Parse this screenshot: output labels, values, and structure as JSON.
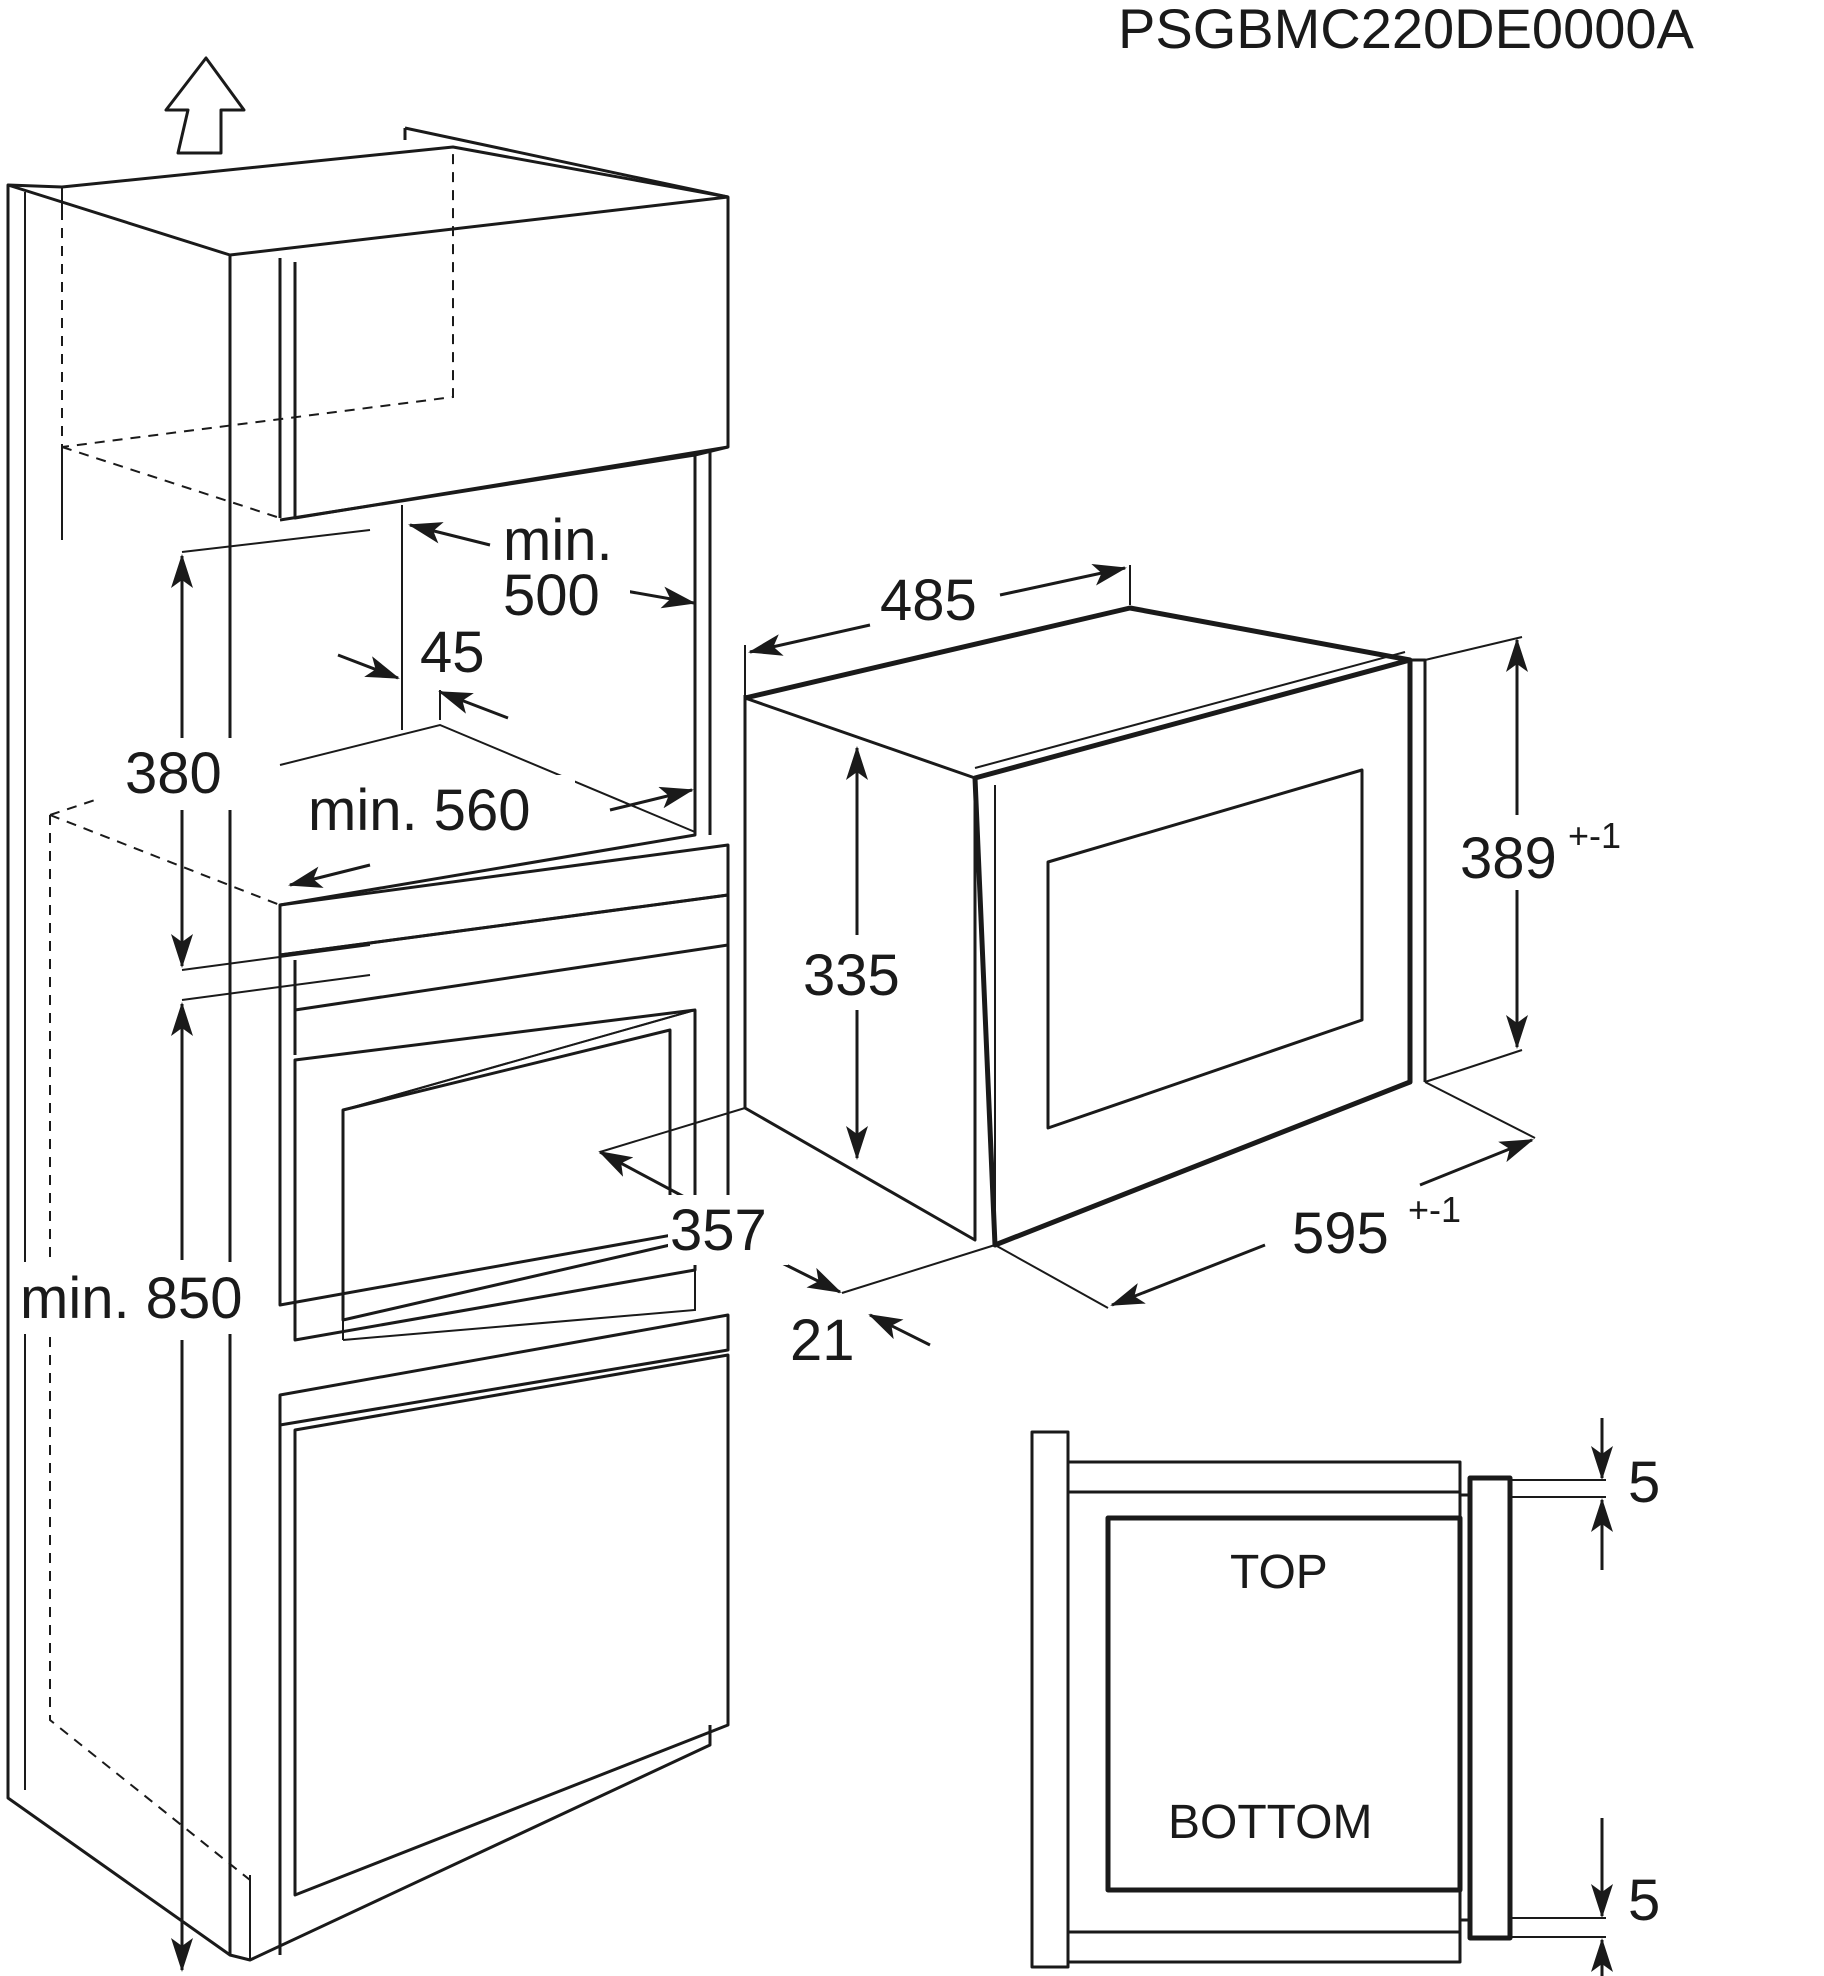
{
  "document_code": "PSGBMC220DE0000A",
  "dimensions": {
    "niche_depth_prefix": "min.",
    "niche_depth_value": "500",
    "gap_value": "45",
    "niche_height": "380",
    "niche_width": "min. 560",
    "cabinet_height": "min. 850",
    "appliance_width": "485",
    "appliance_inner_height": "335",
    "appliance_height_value": "389",
    "appliance_height_tolerance": "+-1",
    "appliance_depth": "357",
    "front_depth": "21",
    "front_width_value": "595",
    "front_width_tolerance": "+-1"
  },
  "side_view": {
    "top_label": "TOP",
    "bottom_label": "BOTTOM",
    "top_gap": "5",
    "bottom_gap": "5"
  }
}
